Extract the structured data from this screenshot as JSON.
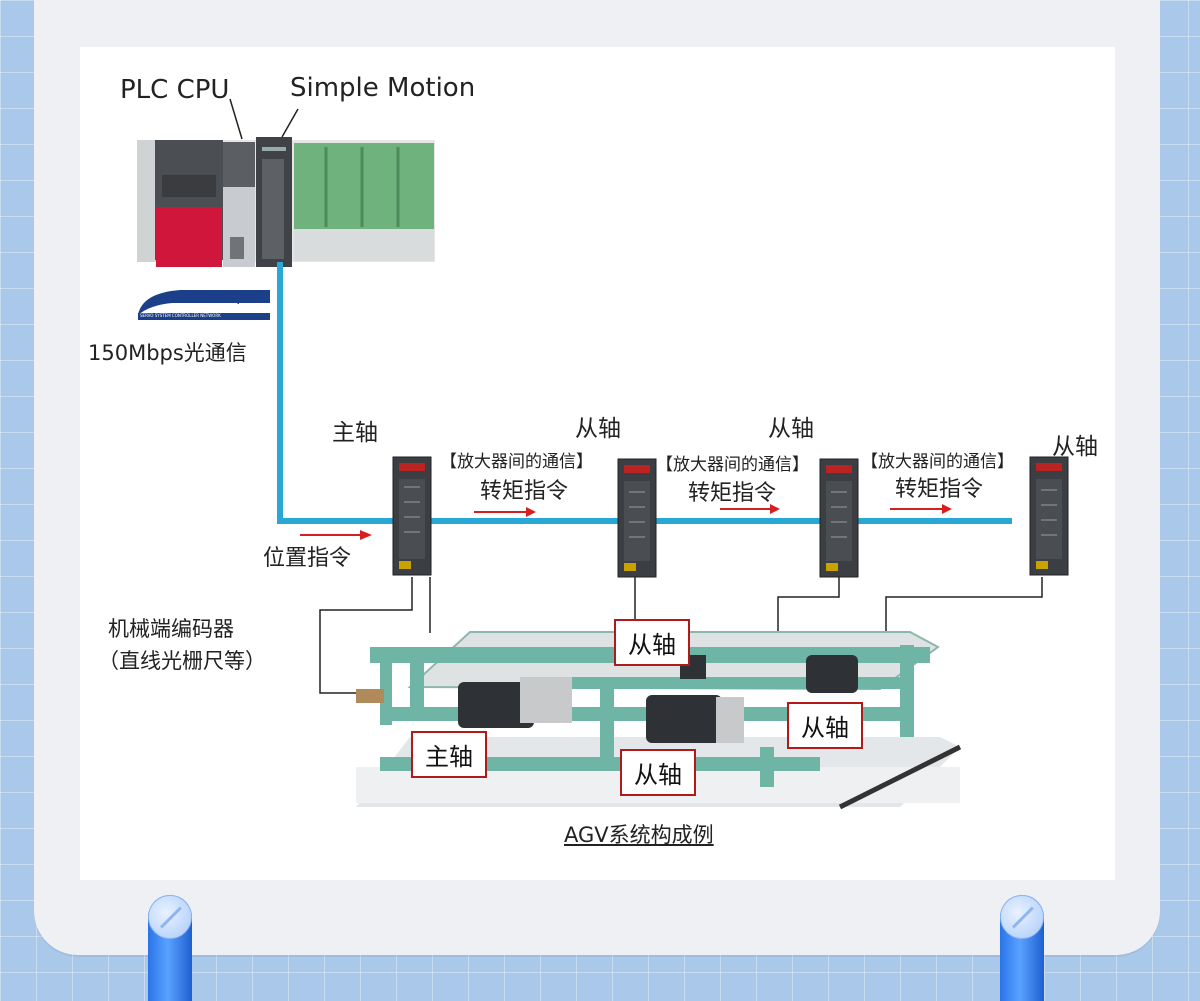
{
  "labels": {
    "plc_cpu": "PLC CPU",
    "simple_motion": "Simple Motion",
    "sscnet_logo": "SSCNETIII/H",
    "sscnet_sub": "SERVO SYSTEM CONTROLLER NETWORK",
    "bandwidth": "150Mbps光通信",
    "position_cmd": "位置指令",
    "main_axis": "主轴",
    "slave_axis_1": "从轴",
    "slave_axis_2": "从轴",
    "slave_axis_3": "从轴",
    "amp_comm_1": "【放大器间的通信】",
    "amp_comm_2": "【放大器间的通信】",
    "amp_comm_3": "【放大器间的通信】",
    "torque_cmd_1": "转矩指令",
    "torque_cmd_2": "转矩指令",
    "torque_cmd_3": "转矩指令",
    "encoder_line1": "机械端编码器",
    "encoder_line2": "（直线光栅尺等）",
    "box_slave_top": "从轴",
    "box_slave_right": "从轴",
    "box_main": "主轴",
    "box_slave_bottom": "从轴",
    "caption": "AGV系统构成例"
  },
  "colors": {
    "network_line": "#29a8d8",
    "arrow": "#d61f1f",
    "label_border": "#b11a1a",
    "plc_red": "#d0173b",
    "module_green": "#6fb27d",
    "frame_teal": "#6fb5a6",
    "page_bg": "#a9c8ea"
  },
  "icons": [
    "plc-rack",
    "servo-amplifier",
    "agv-platform",
    "pin-icon"
  ]
}
